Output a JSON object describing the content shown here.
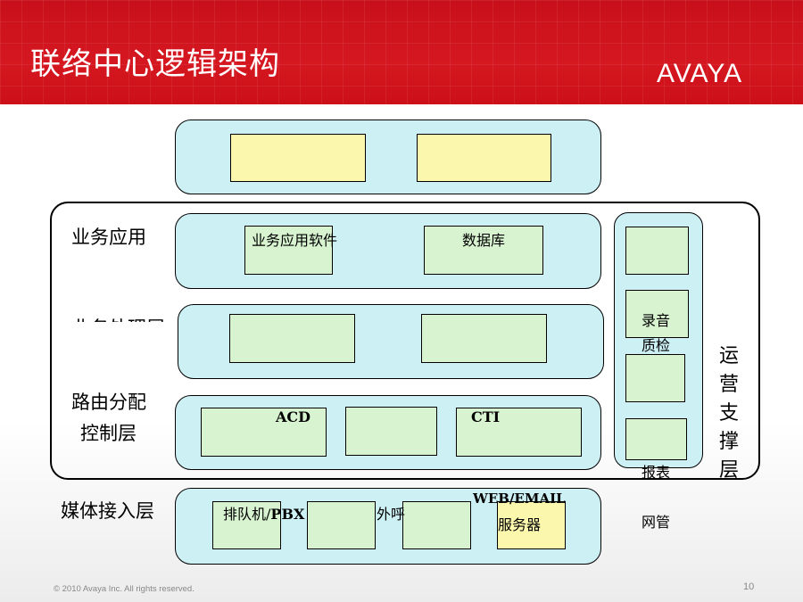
{
  "header": {
    "title": "联络中心逻辑架构",
    "logo": "AVAYA"
  },
  "layers": {
    "business_app": "业务应用",
    "business_proc_clipped": "业务处理层",
    "routing": [
      "路由分配",
      "控制层"
    ],
    "media": "媒体接入层"
  },
  "boxes": {
    "app_software": "业务应用软件",
    "database": "数据库",
    "acd": "ACD",
    "cti": "CTI",
    "pbx_prefix": "排队机/",
    "pbx_bold": "PBX",
    "outbound": "外呼",
    "web_email": "WEB/EMAIL",
    "web_server": "服务器"
  },
  "side": {
    "recording": [
      "录音",
      "质检"
    ],
    "report": "报表",
    "netmgmt": "网管",
    "vertical_label": [
      "运",
      "营",
      "支",
      "撑",
      "层"
    ]
  },
  "footer": {
    "copyright": "© 2010 Avaya Inc. All rights reserved.",
    "page": "10"
  }
}
